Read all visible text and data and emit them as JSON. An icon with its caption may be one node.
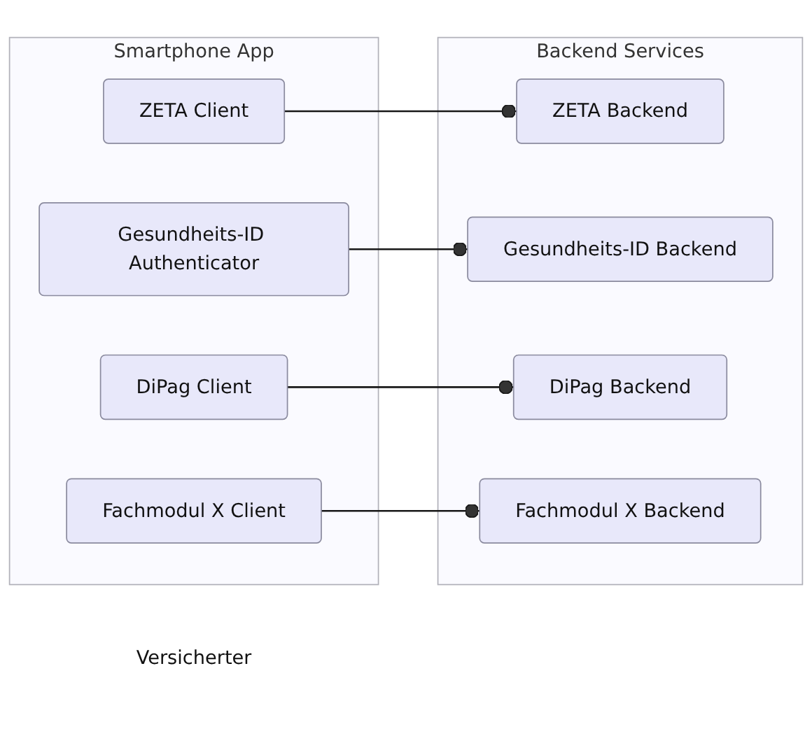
{
  "diagram": {
    "nodes": [
      {
        "text": [
          "Versicherter"
        ]
      },
      {
        "text": [
          "Smartphone App"
        ]
      },
      {
        "text": [
          "ZETA Client"
        ],
        "in": 1
      },
      {
        "text": [
          "Gesundheits-ID Authenticator"
        ],
        "in": 1
      },
      {
        "text": [
          "DiPag Client"
        ],
        "in": 1
      },
      {
        "text": [
          "Fachmodul X Client"
        ],
        "in": 1
      },
      {
        "text": [
          "Backend Services"
        ]
      },
      {
        "text": [
          "ZETA Backend"
        ],
        "in": 6
      },
      {
        "text": [
          "Gesundheits-ID Backend"
        ],
        "in": 6
      },
      {
        "text": [
          "DiPag Backend"
        ],
        "in": 6
      },
      {
        "text": [
          "Fachmodul X Backend"
        ],
        "in": 6
      }
    ],
    "edges": [
      {
        "from": 2,
        "to": 7,
        "arrow": "other"
      },
      {
        "from": 3,
        "to": 8,
        "arrow": "other"
      },
      {
        "from": 4,
        "to": 9,
        "arrow": "other"
      },
      {
        "from": 5,
        "to": 10,
        "arrow": "other"
      }
    ]
  }
}
